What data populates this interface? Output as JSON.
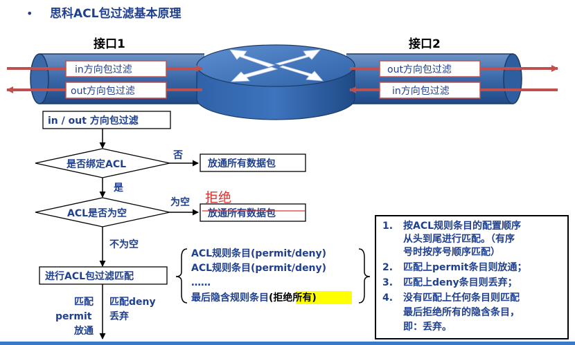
{
  "title": "思科ACL包过滤基本原理",
  "interfaces": {
    "left_label": "接口1",
    "right_label": "接口2",
    "left_in": "in方向包过滤",
    "left_out": "out方向包过滤",
    "right_out": "out方向包过滤",
    "right_in": "in方向包过滤"
  },
  "flow": {
    "start": "in / out 方向包过滤",
    "decision1": "是否绑定ACL",
    "decision1_no": "否",
    "decision1_yes": "是",
    "pass_all_1": "放通所有数据包",
    "decision2": "ACL是否为空",
    "decision2_empty": "为空",
    "decision2_not_empty": "不为空",
    "pass_all_2": "放通所有数据包",
    "handwritten_note": "拒绝",
    "process": "进行ACL包过滤匹配",
    "match_permit_lines": [
      "匹配",
      "permit",
      "放通"
    ],
    "match_deny_lines": [
      "匹配deny",
      "丢弃"
    ]
  },
  "rules": {
    "items": [
      "ACL规则条目(permit/deny)",
      "ACL规则条目(permit/deny)",
      "……"
    ],
    "last_prefix": "最后隐含规则条目",
    "last_highlight": "(拒绝所有)"
  },
  "notes": {
    "items": [
      {
        "num": "1.",
        "lines": [
          "按ACL规则条目的配置顺序",
          "从头到尾进行匹配。（有序",
          "号时按序号顺序匹配）"
        ]
      },
      {
        "num": "2.",
        "lines": [
          "匹配上permit条目则放通；"
        ]
      },
      {
        "num": "3.",
        "lines": [
          "匹配上deny条目则丢弃；"
        ]
      },
      {
        "num": "4.",
        "lines": [
          "没有匹配上任何条目则匹配",
          "最后拒绝所有的隐含条目，",
          "即：丢弃。"
        ]
      }
    ]
  },
  "colors": {
    "title": "#1f3f8f",
    "pipe": "#2b5a9a",
    "arrow": "#c0504d",
    "note_red": "#e03030",
    "highlight": "#ffff00",
    "bottom_line": "#3a78c8"
  }
}
